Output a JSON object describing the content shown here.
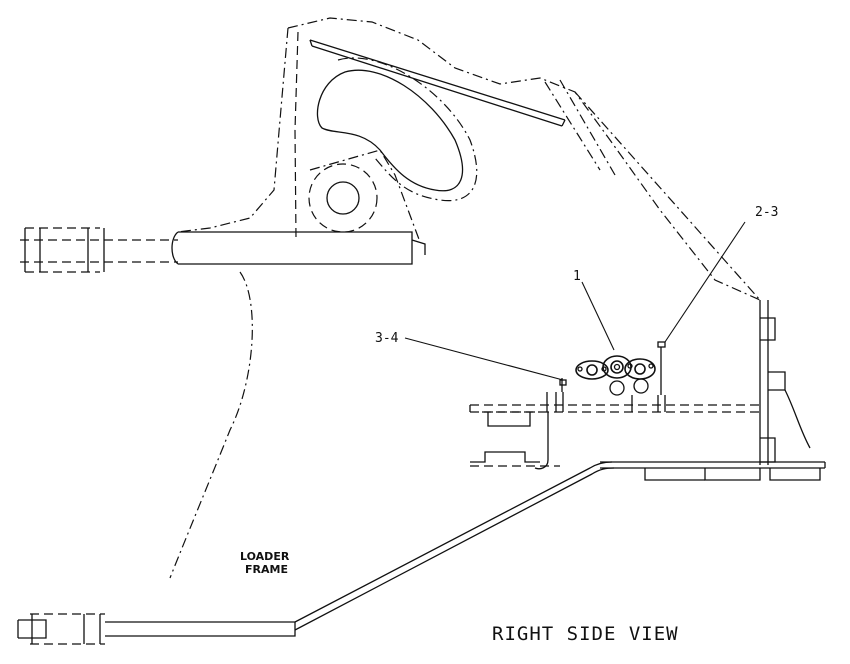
{
  "callouts": {
    "part_1": "1",
    "part_2_3": "2-3",
    "part_3_4": "3-4"
  },
  "labels": {
    "loader_line1": "LOADER",
    "loader_line2": "FRAME",
    "view_title": "RIGHT SIDE VIEW"
  }
}
